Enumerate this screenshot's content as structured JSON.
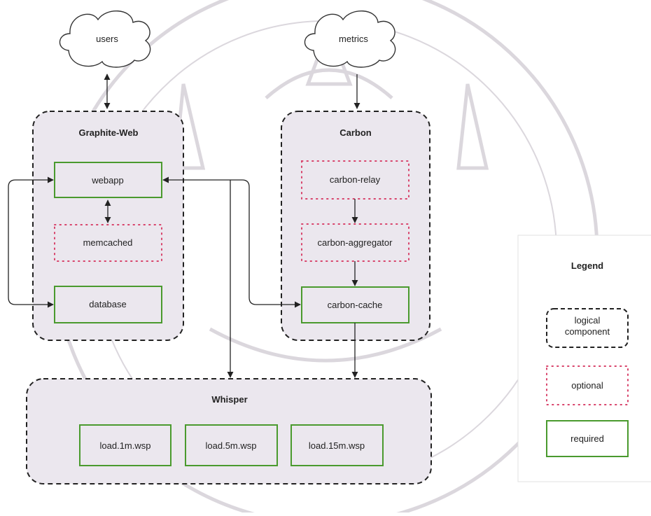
{
  "clouds": {
    "users": "users",
    "metrics": "metrics"
  },
  "groups": {
    "graphite_web": "Graphite-Web",
    "carbon": "Carbon",
    "whisper": "Whisper"
  },
  "components": {
    "webapp": "webapp",
    "memcached": "memcached",
    "database": "database",
    "carbon_relay": "carbon-relay",
    "carbon_aggregator": "carbon-aggregator",
    "carbon_cache": "carbon-cache",
    "load_1m": "load.1m.wsp",
    "load_5m": "load.5m.wsp",
    "load_15m": "load.15m.wsp"
  },
  "legend": {
    "title": "Legend",
    "logical_line1": "logical",
    "logical_line2": "component",
    "optional": "optional",
    "required": "required"
  },
  "watermark": {
    "description": "faint circular university seal behind diagram"
  },
  "colors": {
    "group_fill": "#ebe7ee",
    "required_stroke": "#4a9a2e",
    "optional_stroke": "#d8426a",
    "dashed_stroke": "#222222",
    "text": "#222222",
    "watermark": "#c9c4cc"
  }
}
